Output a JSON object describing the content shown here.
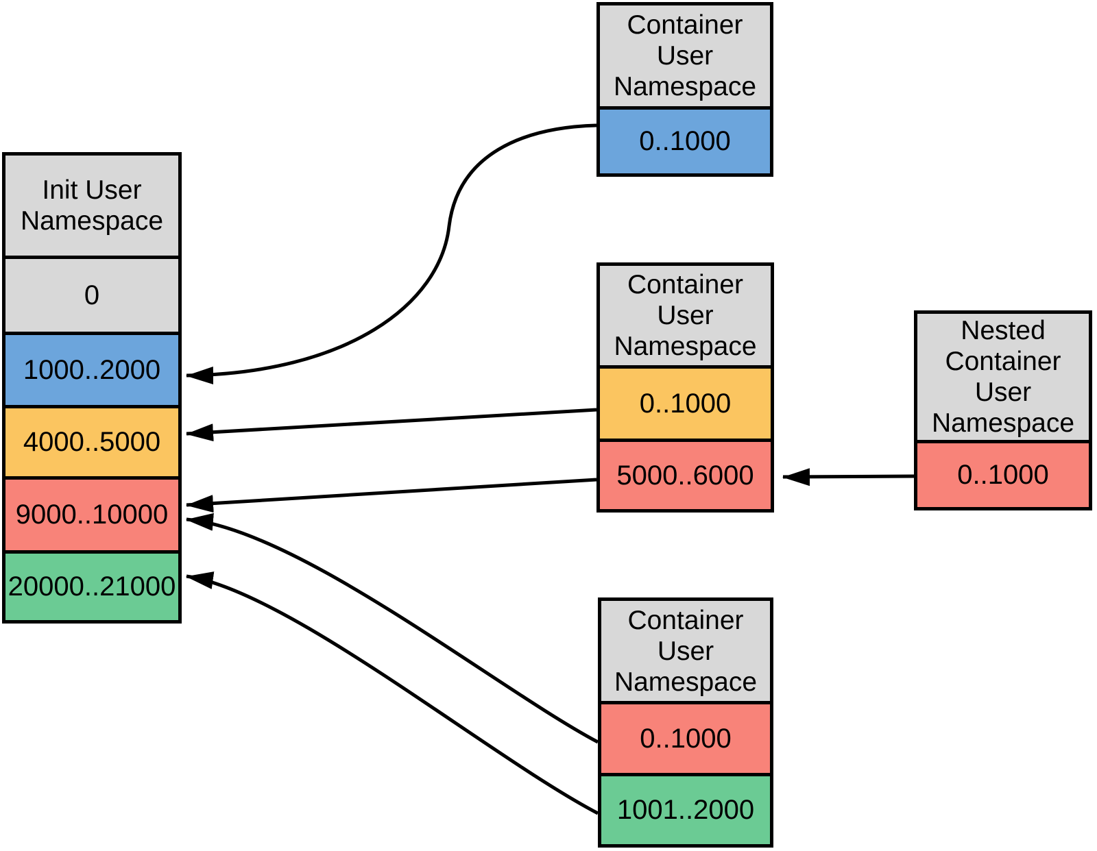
{
  "colors": {
    "background": "#ffffff",
    "border": "#000000",
    "text": "#000000",
    "header": "#d8d8d8",
    "blue": "#6ca5dc",
    "orange": "#fbc560",
    "red": "#f88379",
    "green": "#6bcb94"
  },
  "boxes": {
    "init": {
      "title": "Init User Namespace",
      "cells": [
        {
          "label": "0",
          "color": "header"
        },
        {
          "label": "1000..2000",
          "color": "blue"
        },
        {
          "label": "4000..5000",
          "color": "orange"
        },
        {
          "label": "9000..10000",
          "color": "red"
        },
        {
          "label": "20000..21000",
          "color": "green"
        }
      ]
    },
    "container_top": {
      "title": "Container User Namespace",
      "cells": [
        {
          "label": "0..1000",
          "color": "blue"
        }
      ]
    },
    "container_mid": {
      "title": "Container User Namespace",
      "cells": [
        {
          "label": "0..1000",
          "color": "orange"
        },
        {
          "label": "5000..6000",
          "color": "red"
        }
      ]
    },
    "container_bottom": {
      "title": "Container User Namespace",
      "cells": [
        {
          "label": "0..1000",
          "color": "red"
        },
        {
          "label": "1001..2000",
          "color": "green"
        }
      ]
    },
    "nested": {
      "title": "Nested Container User Namespace",
      "cells": [
        {
          "label": "0..1000",
          "color": "red"
        }
      ]
    }
  },
  "arrows": [
    {
      "from": "container_top cell 0..1000",
      "to": "init cell 1000..2000"
    },
    {
      "from": "container_mid cell 0..1000",
      "to": "init cell 4000..5000"
    },
    {
      "from": "container_mid cell 5000..6000",
      "to": "init cell 9000..10000"
    },
    {
      "from": "nested cell 0..1000",
      "to": "container_mid cell 5000..6000"
    },
    {
      "from": "container_bottom cell 0..1000",
      "to": "init cell 9000..10000"
    },
    {
      "from": "container_bottom cell 1001..2000",
      "to": "init cell 20000..21000"
    }
  ]
}
